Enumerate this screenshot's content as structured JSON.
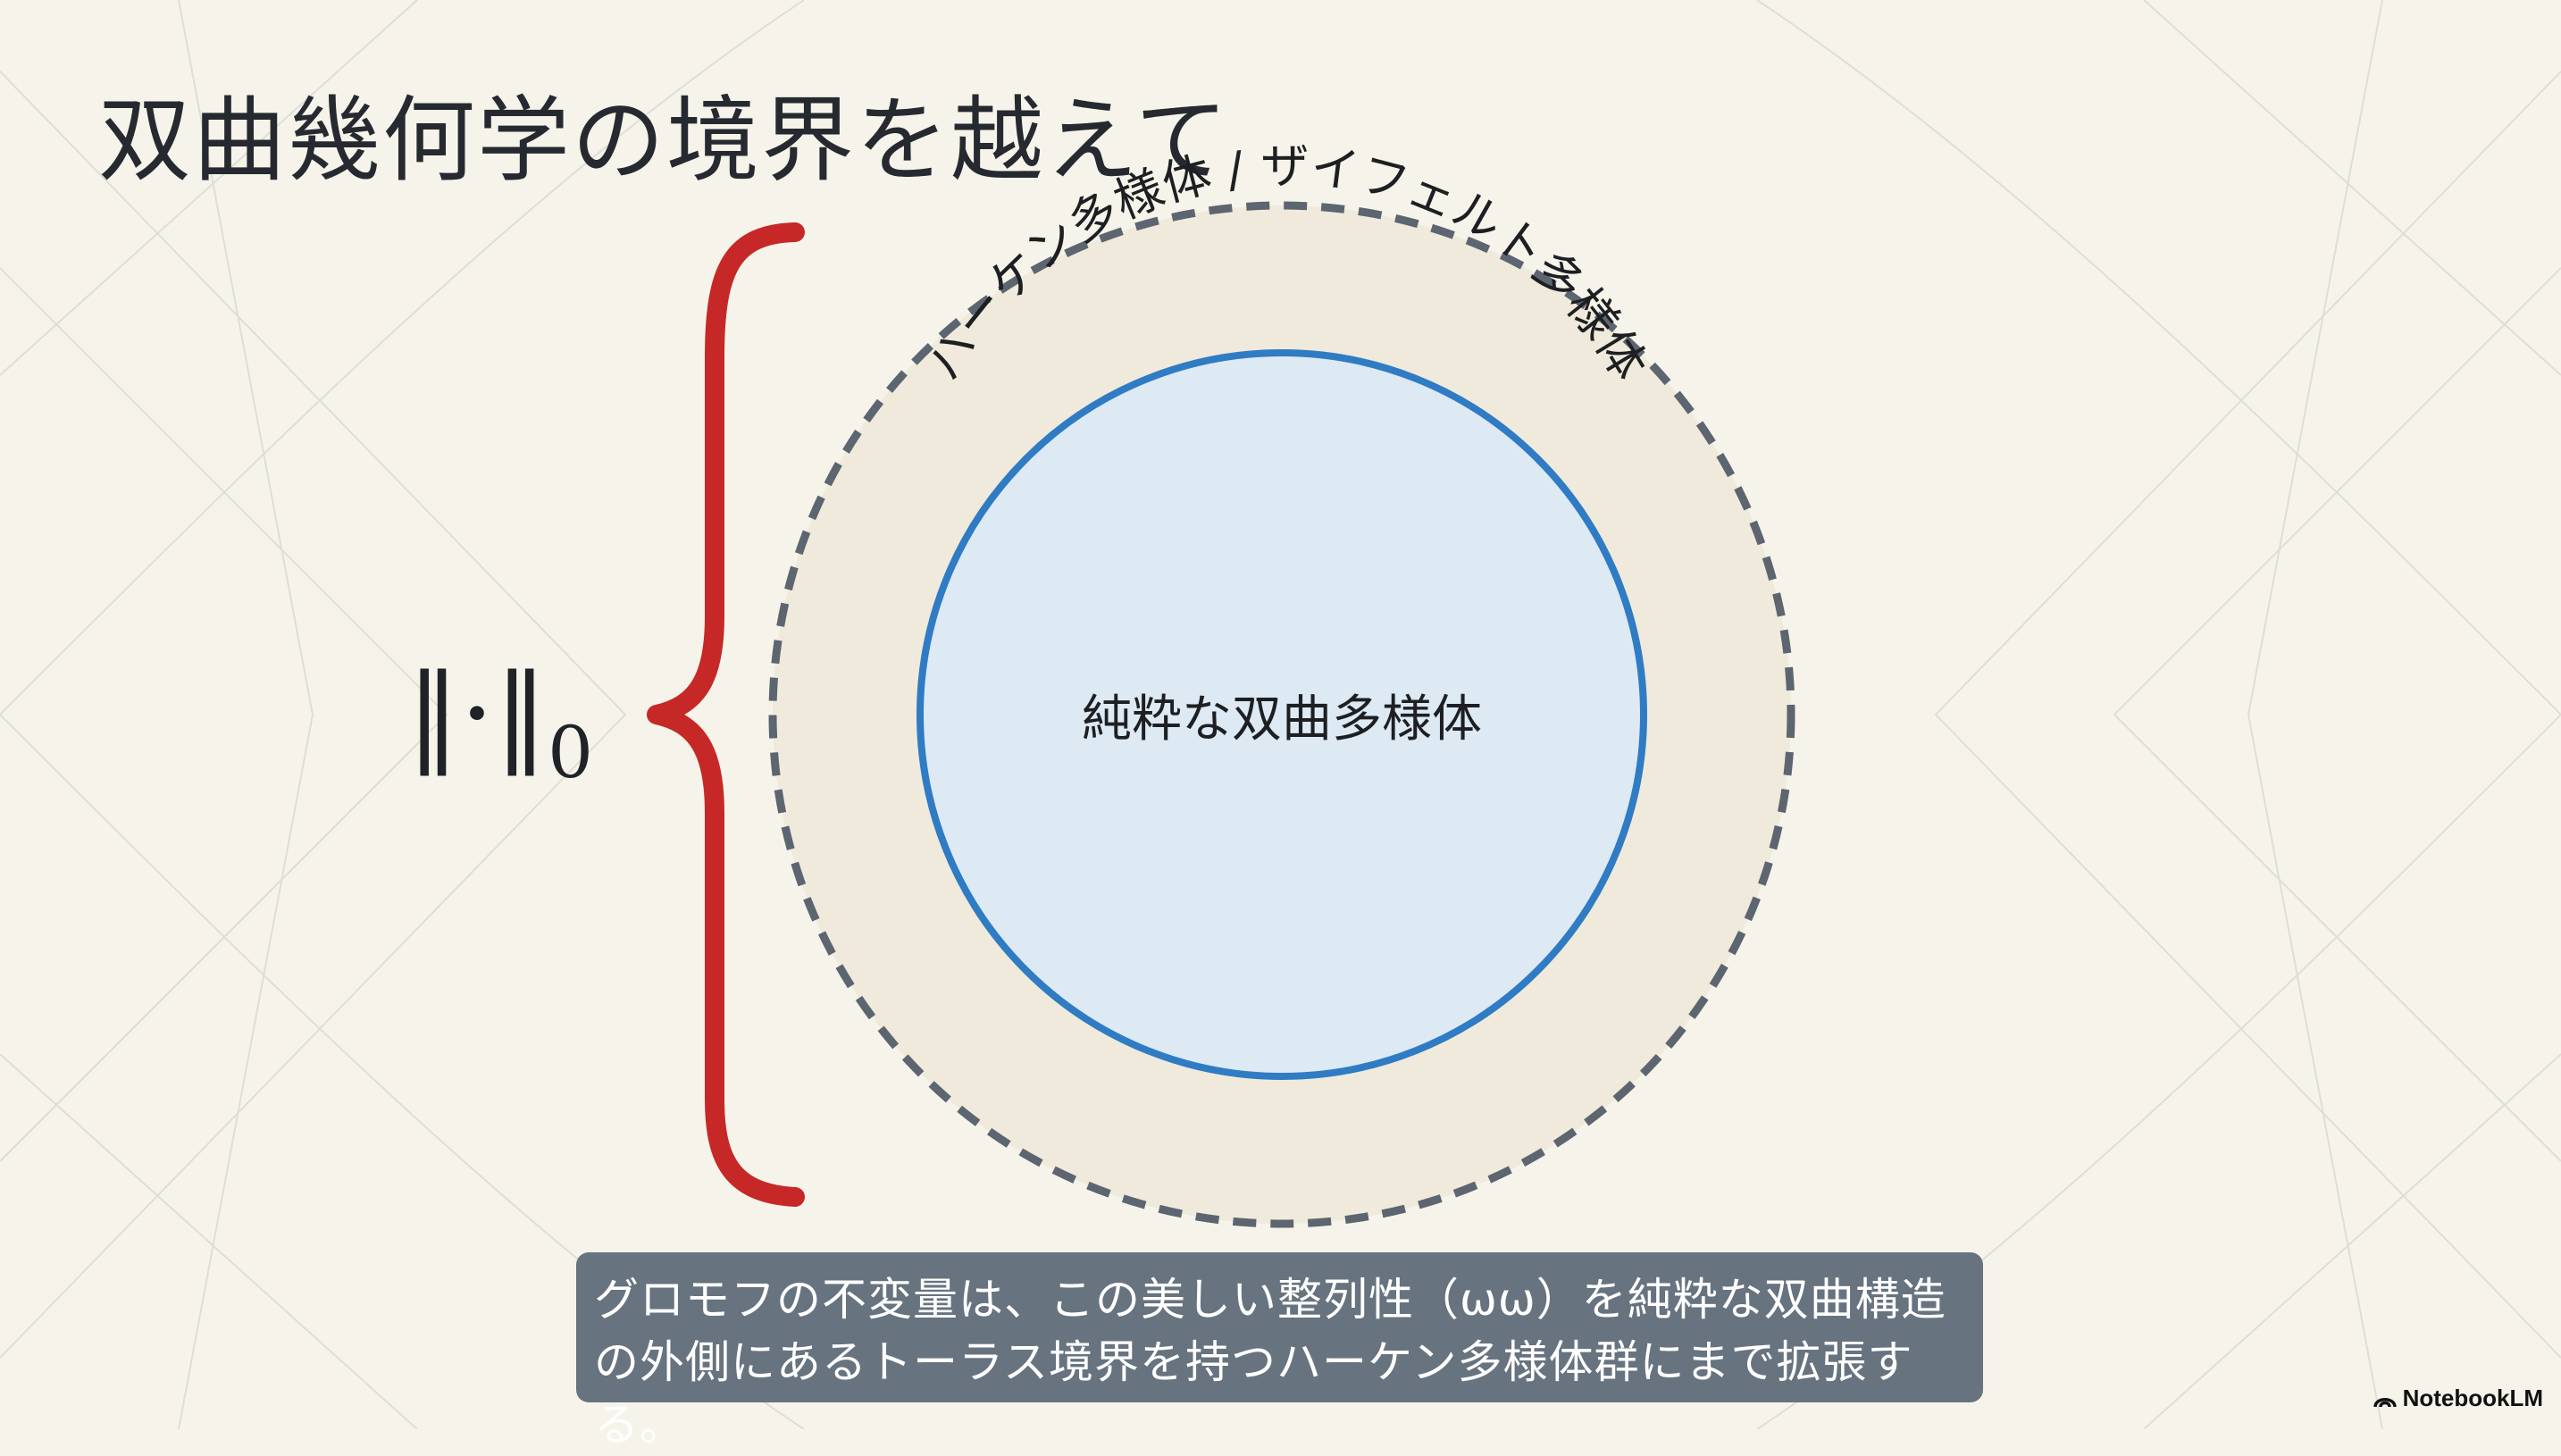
{
  "slide": {
    "title": "双曲幾何学の境界を越えて",
    "norm_symbol": "‖·‖",
    "norm_subscript": "0",
    "outer_ring_label": "ハーケン多様体 / ザイフェルト多様体",
    "inner_circle_label": "純粋な双曲多様体",
    "caption": "グロモフの不変量は、この美しい整列性（ωω）を純粋な双曲構造の外側にあるトーラス境界を持つハーケン多様体群にまで拡張する。",
    "brand": "NotebookLM"
  },
  "colors": {
    "background": "#f6f4ea",
    "brace": "#c62828",
    "inner_fill": "#dde9f3",
    "inner_stroke": "#2f7bc4",
    "ring_fill": "#efeadb",
    "ring_stroke": "#5c6570",
    "caption_bg": "#67737f"
  }
}
